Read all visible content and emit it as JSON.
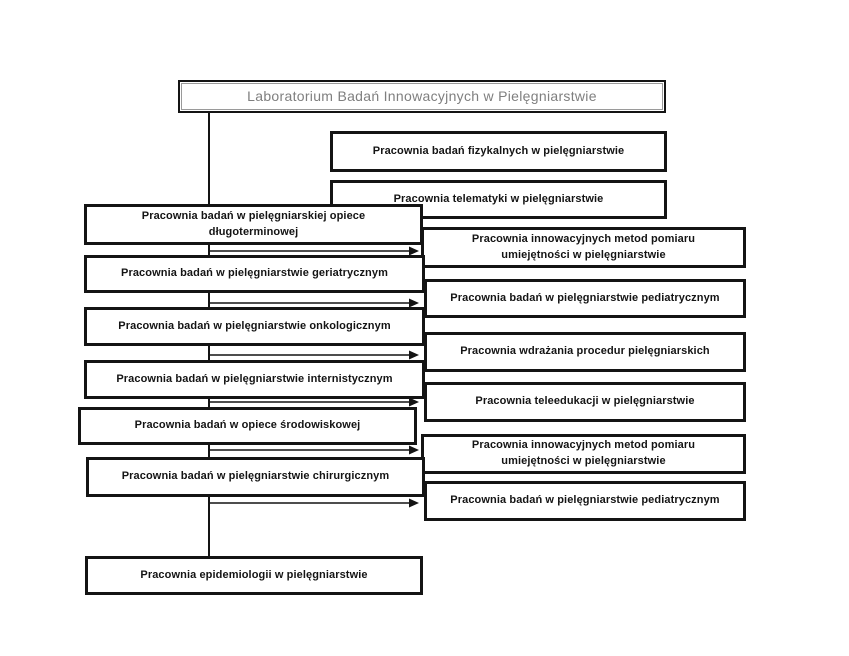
{
  "diagram": {
    "title_hint": "Organizational chart of nursing research laboratories",
    "root": {
      "label": "Laboratorium Badań Innowacyjnych w Pielęgniarstwie"
    },
    "left_column": [
      {
        "label": "Pracownia badań w pielęgniarskiej opiece długoterminowej"
      },
      {
        "label": "Pracownia badań w pielęgniarstwie geriatrycznym"
      },
      {
        "label": "Pracownia badań w pielęgniarstwie onkologicznym"
      },
      {
        "label": "Pracownia badań w pielęgniarstwie internistycznym"
      },
      {
        "label": "Pracownia badań w opiece środowiskowej"
      },
      {
        "label": "Pracownia badań w pielęgniarstwie chirurgicznym"
      },
      {
        "label": "Pracownia epidemiologii w pielęgniarstwie"
      }
    ],
    "right_column": [
      {
        "label": "Pracownia badań fizykalnych w pielęgniarstwie"
      },
      {
        "label": "Pracownia telematyki w pielęgniarstwie"
      },
      {
        "label": "Pracownia innowacyjnych metod pomiaru umiejętności w pielęgniarstwie"
      },
      {
        "label": "Pracownia badań w pielęgniarstwie pediatrycznym"
      },
      {
        "label": "Pracownia wdrażania procedur pielęgniarskich"
      },
      {
        "label": "Pracownia teleedukacji w pielęgniarstwie"
      },
      {
        "label": "Pracownia innowacyjnych metod pomiaru umiejętności w pielęgniarstwie"
      },
      {
        "label": "Pracownia badań w pielęgniarstwie pediatrycznym"
      }
    ],
    "colors": {
      "background": "#ffffff",
      "box_fill": "#ffffff",
      "box_border": "#141414",
      "box_text": "#141414",
      "root_text": "#7f7f7f",
      "connector": "#141414"
    }
  }
}
